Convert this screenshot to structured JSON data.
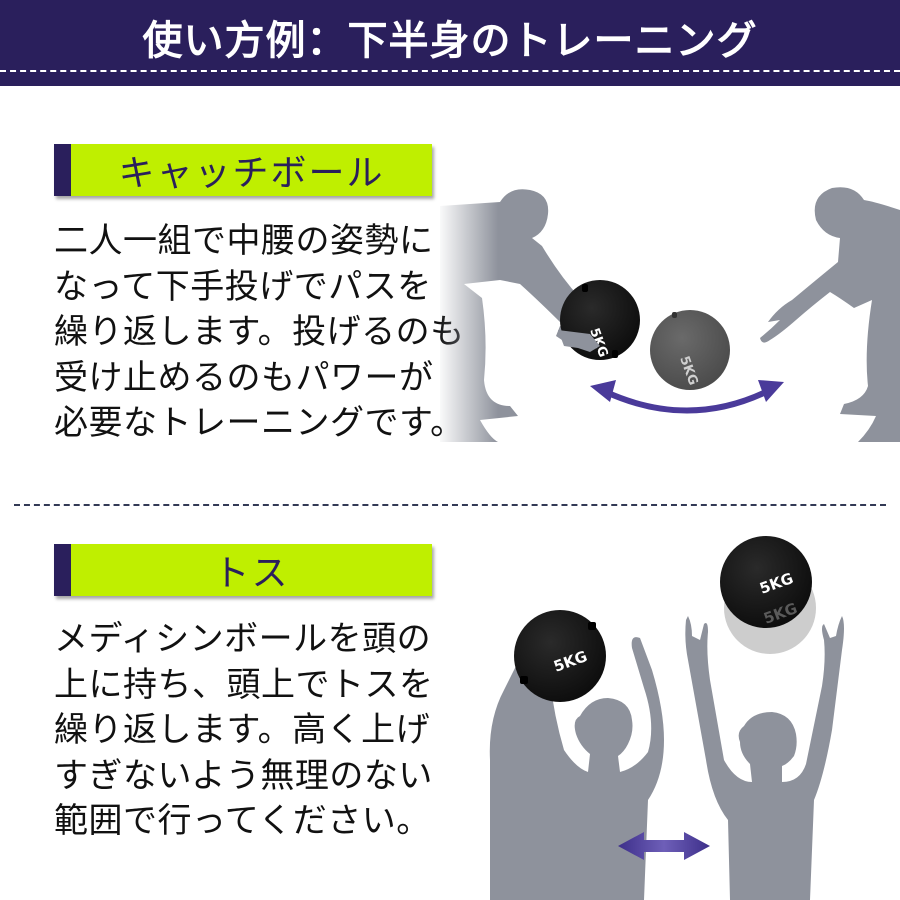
{
  "header": {
    "title": "使い方例：下半身のトレーニング"
  },
  "sections": [
    {
      "label": "キャッチボール",
      "lines": [
        "二人一組で中腰の姿勢に",
        "なって下手投げでパスを",
        "繰り返します。投げるのも",
        "受け止めるのもパワーが",
        "必要なトレーニングです。"
      ],
      "illustration": {
        "ball_labels": [
          "5KG",
          "5KG"
        ],
        "arrow": "curved-double-arrow"
      }
    },
    {
      "label": "トス",
      "lines": [
        "メディシンボールを頭の",
        "上に持ち、頭上でトスを",
        "繰り返します。高く上げ",
        "すぎないよう無理のない",
        "範囲で行ってください。"
      ],
      "illustration": {
        "ball_labels": [
          "5KG",
          "5KG",
          "5KG"
        ],
        "arrow": "horizontal-double-arrow"
      }
    }
  ],
  "colors": {
    "header_bg": "#2a1f5c",
    "label_bg": "#bfef00",
    "label_text": "#2a1f5c",
    "silhouette": "#8e929c",
    "arrow": "#4a3a9a",
    "ball": "#151515"
  }
}
